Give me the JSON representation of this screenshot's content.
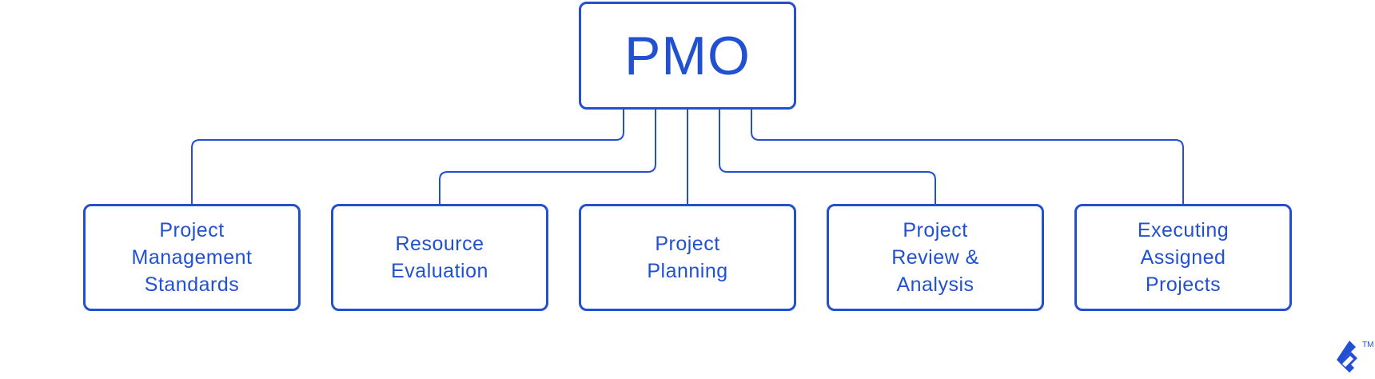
{
  "diagram": {
    "type": "org-chart",
    "accent_color": "#2150d0",
    "root": {
      "label": "PMO"
    },
    "children": [
      {
        "label": "Project Management Standards"
      },
      {
        "label": "Resource Evaluation"
      },
      {
        "label": "Project Planning"
      },
      {
        "label": "Project Review & Analysis"
      },
      {
        "label": "Executing Assigned Projects"
      }
    ]
  },
  "branding": {
    "logo_icon": "toptal-logo-icon",
    "trademark": "TM"
  }
}
